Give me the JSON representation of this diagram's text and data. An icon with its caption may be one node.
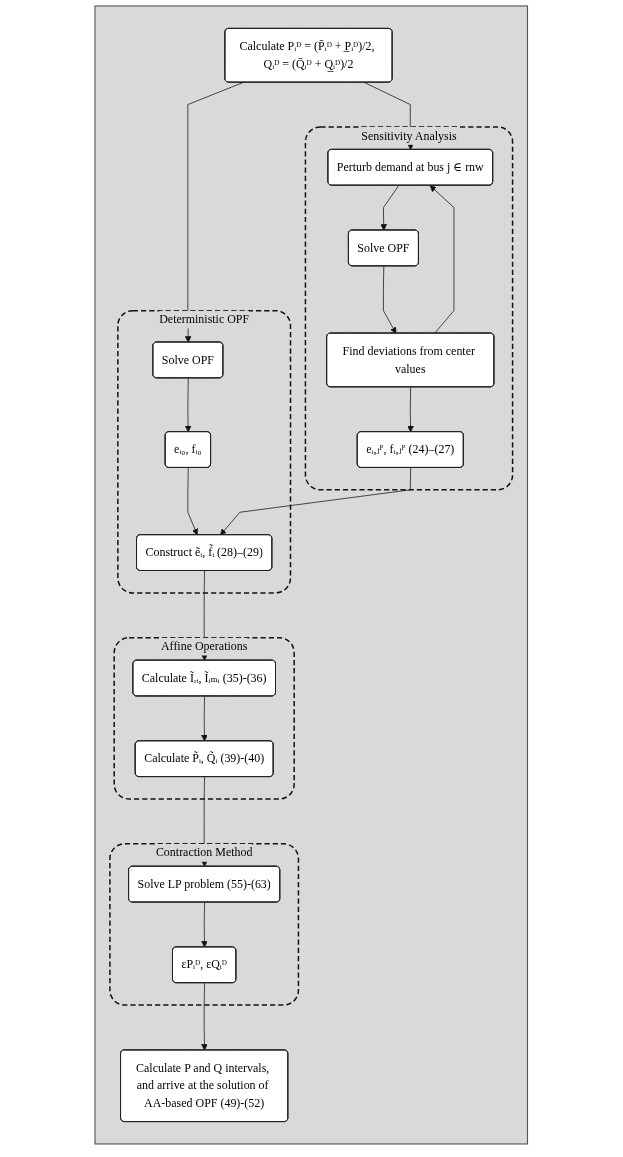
{
  "diagram": {
    "nodes": [
      {
        "text": [],
        "shape": "box"
      },
      {
        "text": [
          "Calculate Pᵢᴰ = (P̄ᵢᴰ + P̲ᵢᴰ)/2, Qᵢᴰ = (Q̄ᵢᴰ + Q̲ᵢᴰ)/2"
        ],
        "in": 0
      },
      {
        "text": [
          "Deterministic OPF"
        ],
        "in": 0
      },
      {
        "text": [
          "Solve OPF"
        ],
        "in": 2
      },
      {
        "text": [
          "eᵢ₀, fᵢ₀"
        ],
        "in": 2
      },
      {
        "text": [
          "Construct ẽᵢ, f̃ᵢ (28)–(29)"
        ],
        "in": 2
      },
      {
        "text": [
          "Sensitivity Analysis"
        ],
        "in": 0
      },
      {
        "text": [
          "Perturb demand at bus j ∈ rnw"
        ],
        "in": 6
      },
      {
        "text": [
          "Solve OPF"
        ],
        "in": 6
      },
      {
        "text": [
          "Find deviations from center values"
        ],
        "in": 6
      },
      {
        "text": [
          "eᵢ,ⱼᴾ, fᵢ,ⱼᴾ (24)–(27)"
        ],
        "in": 6
      },
      {
        "text": [
          "Affine Operations"
        ],
        "in": 0
      },
      {
        "text": [
          "Calculate Ĩᵣᵢ, Ĩᵢₘᵢ (35)-(36)"
        ],
        "in": 11
      },
      {
        "text": [
          "Calculate P̃ᵢ, Q̃ᵢ (39)-(40)"
        ],
        "in": 11
      },
      {
        "text": [
          "Contraction Method"
        ],
        "in": 0
      },
      {
        "text": [
          "Solve LP problem (55)-(63)"
        ],
        "in": 14
      },
      {
        "text": [
          "εPᵢᴰ, εQᵢᴰ"
        ],
        "in": 14
      },
      {
        "text": [
          "Calculate P and Q intervals, and arrive at the solution of AA-based OPF (49)-(52)"
        ],
        "in": 0
      }
    ],
    "edges": [
      {
        "from": 1,
        "to": 3,
        "arrow": "to"
      },
      {
        "from": 1,
        "to": 7,
        "arrow": "to"
      },
      {
        "from": 3,
        "to": 4,
        "arrow": "to"
      },
      {
        "from": 4,
        "to": 5,
        "arrow": "to"
      },
      {
        "from": 7,
        "to": 8,
        "arrow": "to"
      },
      {
        "from": 8,
        "to": 9,
        "arrow": "to"
      },
      {
        "from": 9,
        "to": 7,
        "arrow": "to"
      },
      {
        "from": 9,
        "to": 10,
        "arrow": "to"
      },
      {
        "from": 10,
        "to": 5,
        "arrow": "to"
      },
      {
        "from": 5,
        "to": 12,
        "arrow": "to"
      },
      {
        "from": 12,
        "to": 13,
        "arrow": "to"
      },
      {
        "from": 13,
        "to": 15,
        "arrow": "to"
      },
      {
        "from": 15,
        "to": 16,
        "arrow": "to"
      },
      {
        "from": 16,
        "to": 17,
        "arrow": "to"
      }
    ]
  }
}
